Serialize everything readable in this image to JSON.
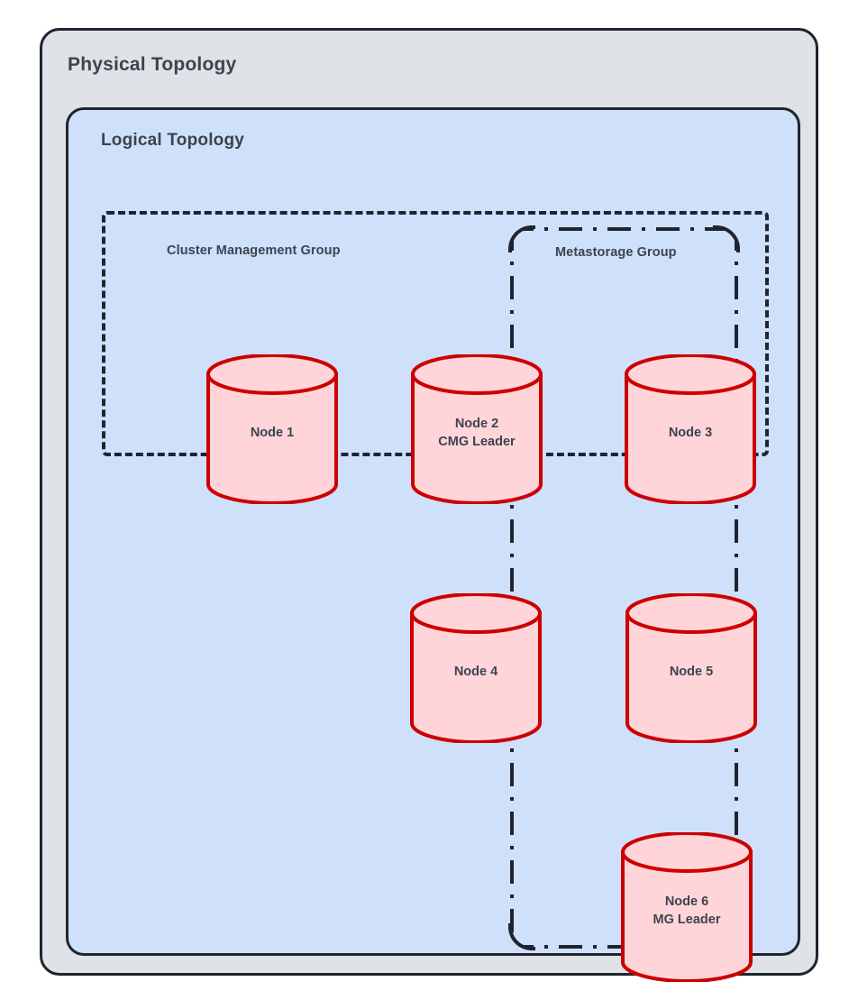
{
  "diagram": {
    "title": "Physical Topology",
    "inner_title": "Logical Topology",
    "colors": {
      "physical_fill": "#dfe2e6",
      "logical_fill": "#cfe0fb",
      "node_fill": "#ffd5da",
      "node_stroke": "#cc0000",
      "border": "#1f2430",
      "text": "#3d434f"
    },
    "groups": [
      {
        "id": "cluster-management-group",
        "label": "Cluster Management Group",
        "border_style": "dashed",
        "members": [
          "Node 1",
          "Node 2",
          "Node 3"
        ]
      },
      {
        "id": "metastorage-group",
        "label": "Metastorage Group",
        "border_style": "dash-dot",
        "members": [
          "Node 3",
          "Node 5",
          "Node 6"
        ]
      }
    ],
    "nodes": [
      {
        "id": "node-1",
        "label": "Node 1",
        "role": ""
      },
      {
        "id": "node-2",
        "label": "Node 2\nCMG Leader",
        "role": "CMG Leader"
      },
      {
        "id": "node-3",
        "label": "Node 3",
        "role": ""
      },
      {
        "id": "node-4",
        "label": "Node 4",
        "role": ""
      },
      {
        "id": "node-5",
        "label": "Node 5",
        "role": ""
      },
      {
        "id": "node-6",
        "label": "Node 6\nMG Leader",
        "role": "MG Leader"
      }
    ]
  }
}
